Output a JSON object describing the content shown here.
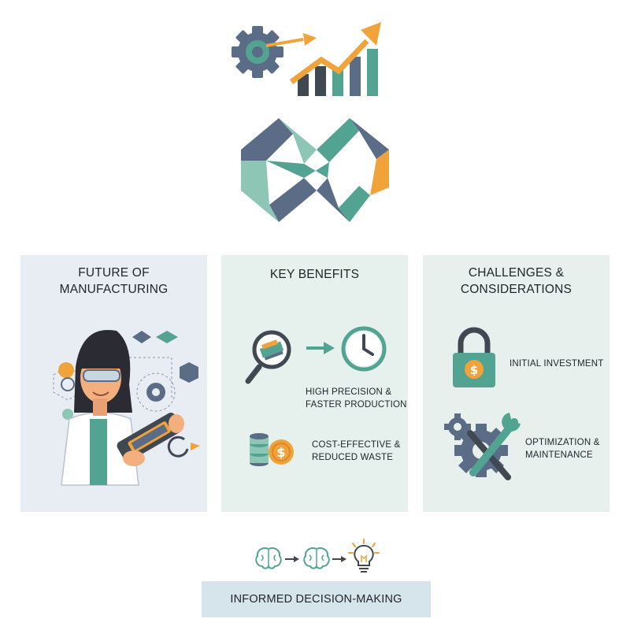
{
  "panels": {
    "future": {
      "title_line1": "FUTURE OF",
      "title_line2": "MANUFACTURING"
    },
    "benefits": {
      "title": "KEY BENEFITS",
      "item1_line1": "HIGH PRECISION &",
      "item1_line2": "FASTER PRODUCTION",
      "item2_line1": "COST-EFFECTIVE &",
      "item2_line2": "REDUCED WASTE"
    },
    "challenges": {
      "title_line1": "CHALLENGES &",
      "title_line2": "CONSIDERATIONS",
      "item1": "INITIAL INVESTMENT",
      "item2_line1": "OPTIMIZATION &",
      "item2_line2": "MAINTENANCE"
    }
  },
  "footer": {
    "decision_label": "INFORMED DECISION-MAKING"
  },
  "colors": {
    "slate": "#5b6d86",
    "teal": "#52a391",
    "mint": "#8ec6b6",
    "orange": "#f0a33a",
    "dark": "#404852"
  },
  "icons": [
    "gear-icon",
    "growth-chart-icon",
    "infinity-logo-icon",
    "scientist-icon",
    "magnifier-icon",
    "clock-icon",
    "coins-icon",
    "padlock-dollar-icon",
    "gear-wrench-icon",
    "brain-icon",
    "lightbulb-icon"
  ]
}
